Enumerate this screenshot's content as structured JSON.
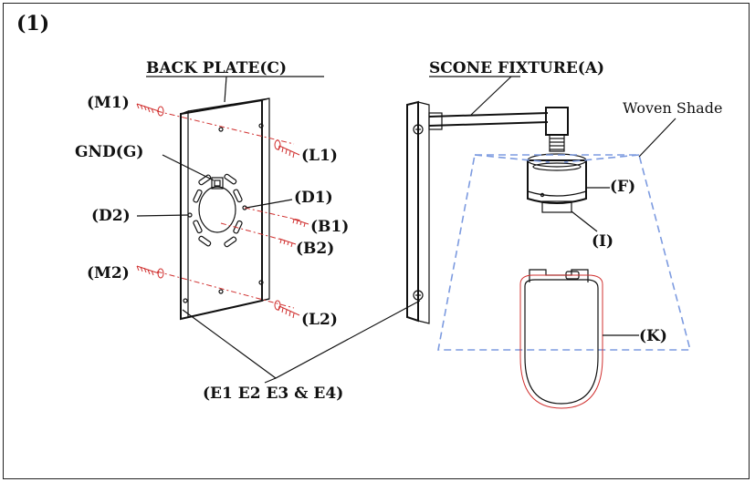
{
  "figure_number": "(1)",
  "labels": {
    "back_plate": "BACK  PLATE(C)",
    "sconce_fixture": "SCONE FIXTURE(A)",
    "woven_shade": "Woven Shade",
    "m1": "(M1)",
    "m2": "(M2)",
    "l1": "(L1)",
    "l2": "(L2)",
    "gnd": "GND(G)",
    "d1": "(D1)",
    "d2": "(D2)",
    "b1": "(B1)",
    "b2": "(B2)",
    "f": "(F)",
    "i": "(I)",
    "k": "(K)",
    "e_group": "(E1 E2 E3 & E4)"
  },
  "colors": {
    "line": "#111111",
    "red_hardware": "#d0302f",
    "shade_outline": "#7d9be0"
  }
}
